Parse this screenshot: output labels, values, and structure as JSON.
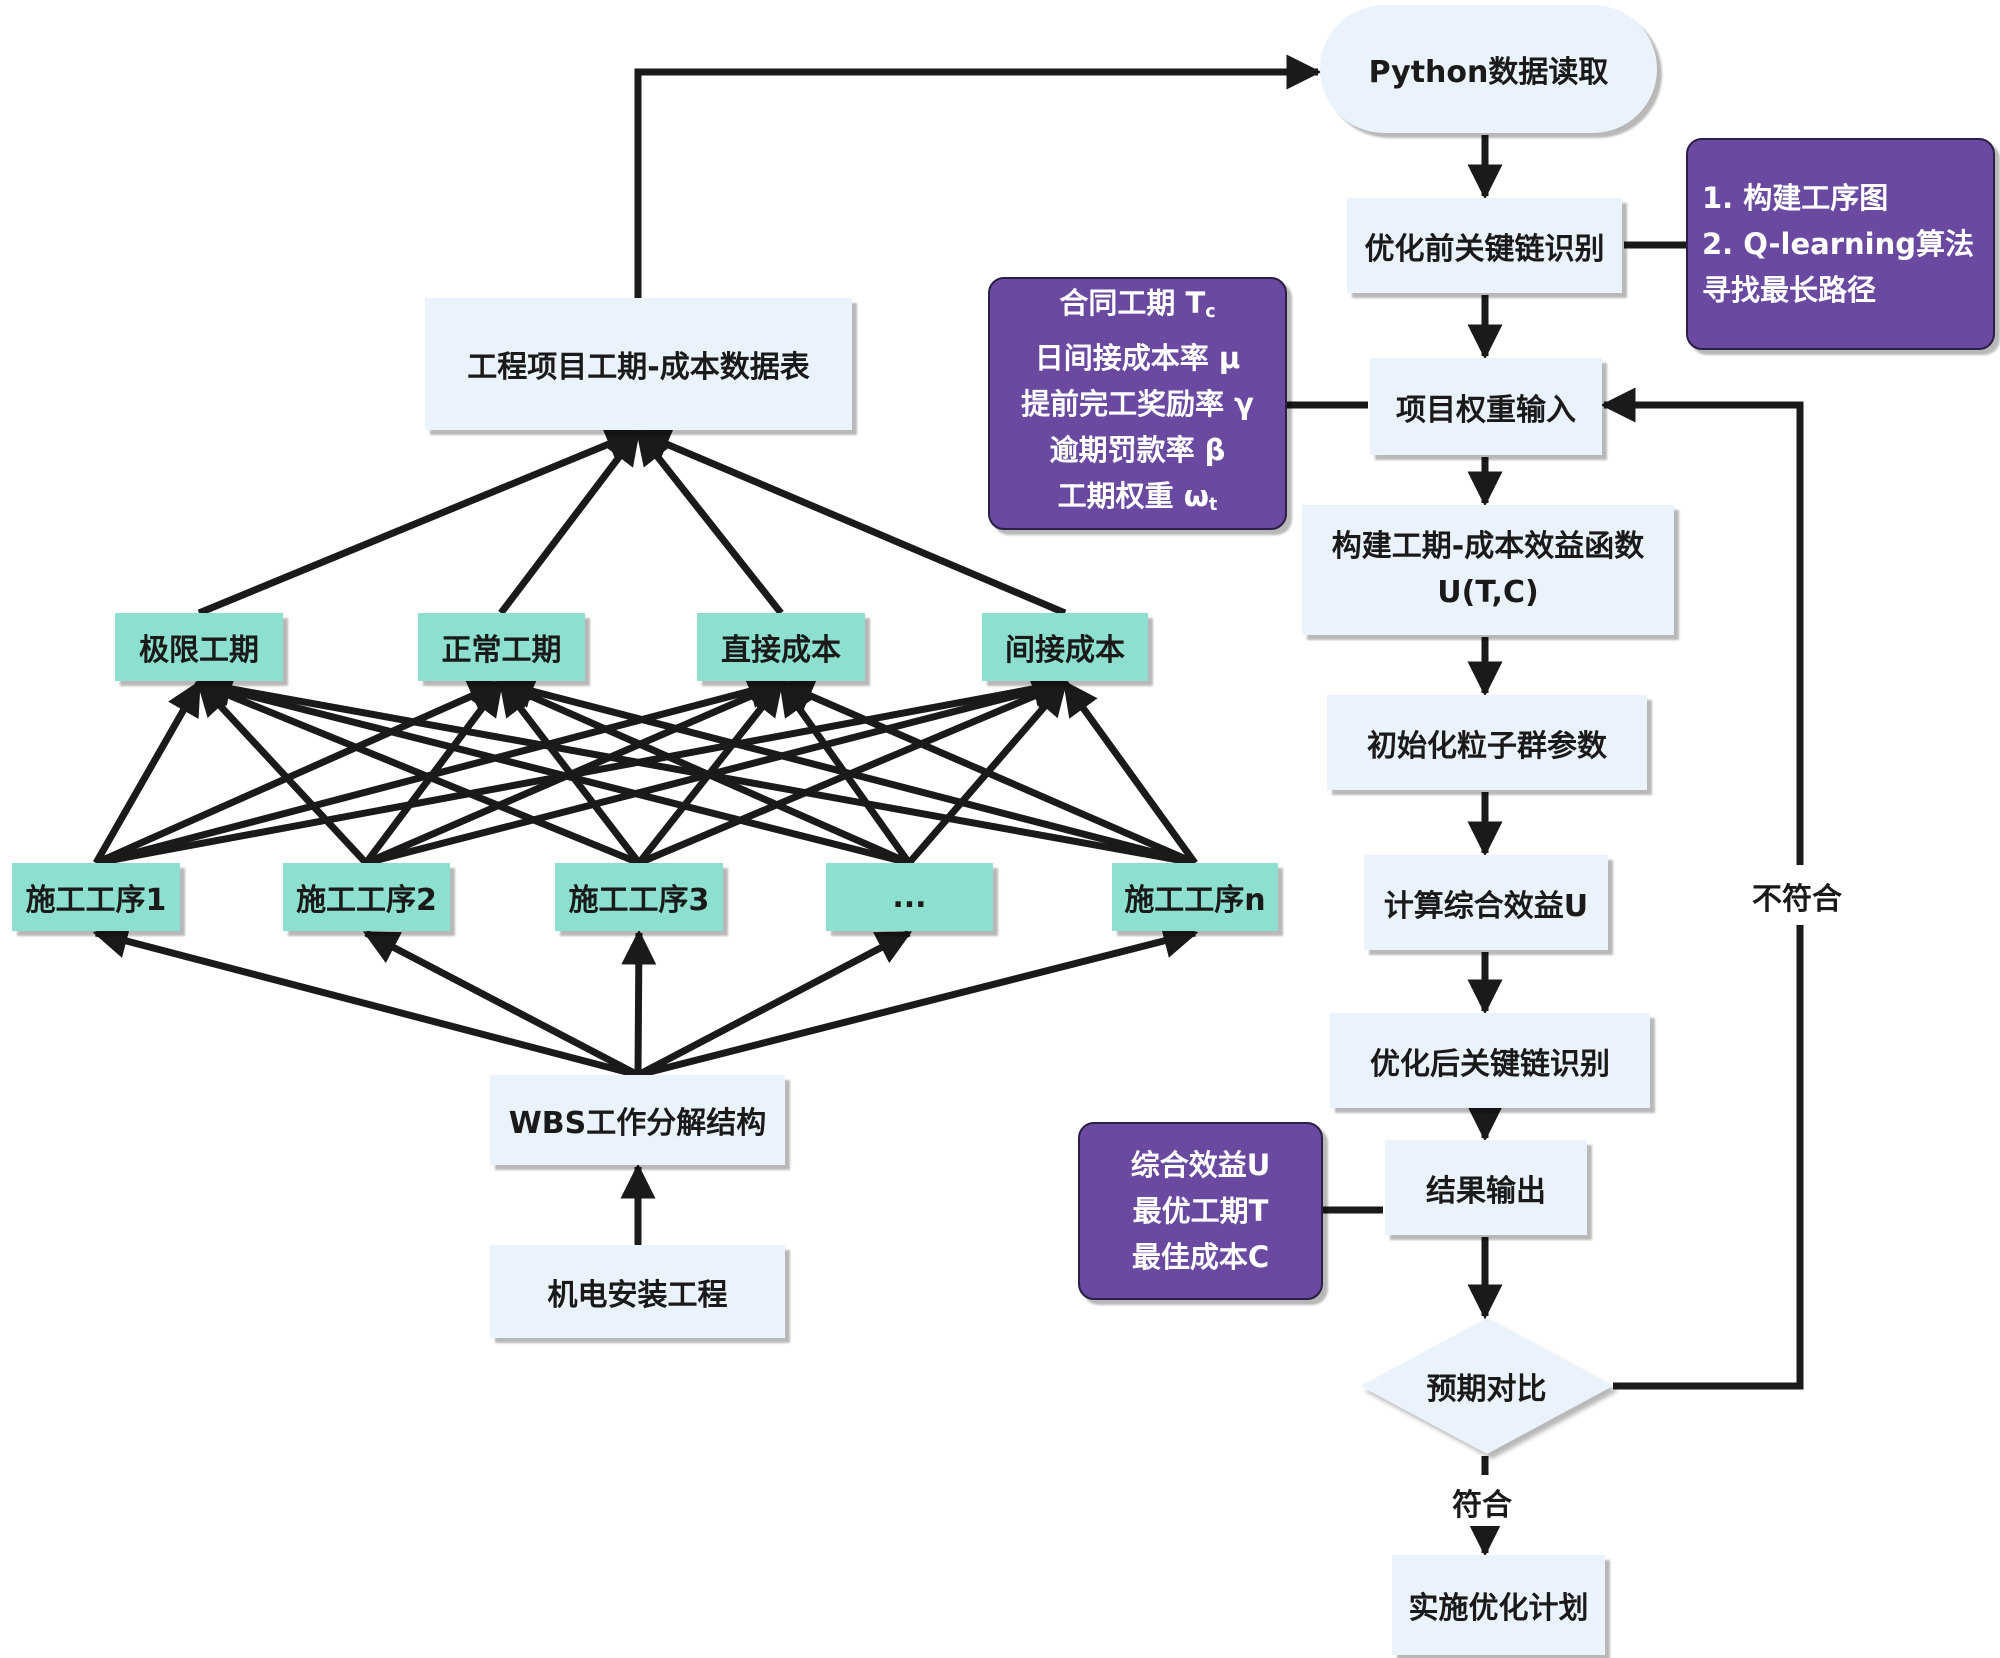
{
  "left": {
    "top_table": "工程项目工期-成本数据表",
    "indicators": [
      "极限工期",
      "正常工期",
      "直接成本",
      "间接成本"
    ],
    "processes": [
      "施工工序1",
      "施工工序2",
      "施工工序3",
      "...",
      "施工工序n"
    ],
    "wbs": "WBS工作分解结构",
    "project": "机电安装工程"
  },
  "right": {
    "python": "Python数据读取",
    "pre_chain": "优化前关键链识别",
    "pre_chain_note": [
      "1. 构建工序图",
      "2. Q-learning算法",
      "寻找最长路径"
    ],
    "weight_input": "项目权重输入",
    "weight_params": [
      {
        "text": "合同工期 T",
        "sub": "c"
      },
      {
        "text": "日间接成本率 μ",
        "sub": ""
      },
      {
        "text": "提前完工奖励率 γ",
        "sub": ""
      },
      {
        "text": "逾期罚款率 β",
        "sub": ""
      },
      {
        "text": "工期权重 ω",
        "sub": "t"
      }
    ],
    "utility_fn": [
      "构建工期-成本效益函数",
      "U(T,C)"
    ],
    "init_pso": "初始化粒子群参数",
    "calc_u": "计算综合效益U",
    "post_chain": "优化后关键链识别",
    "result": "结果输出",
    "result_items": [
      "综合效益U",
      "最优工期T",
      "最佳成本C"
    ],
    "compare": "预期对比",
    "fail_label": "不符合",
    "pass_label": "符合",
    "implement": "实施优化计划"
  },
  "colors": {
    "light_box": "#eaf3fb",
    "teal_box": "#8de0d0",
    "purple_box": "#6a49a0",
    "line": "#1a1a1a"
  }
}
